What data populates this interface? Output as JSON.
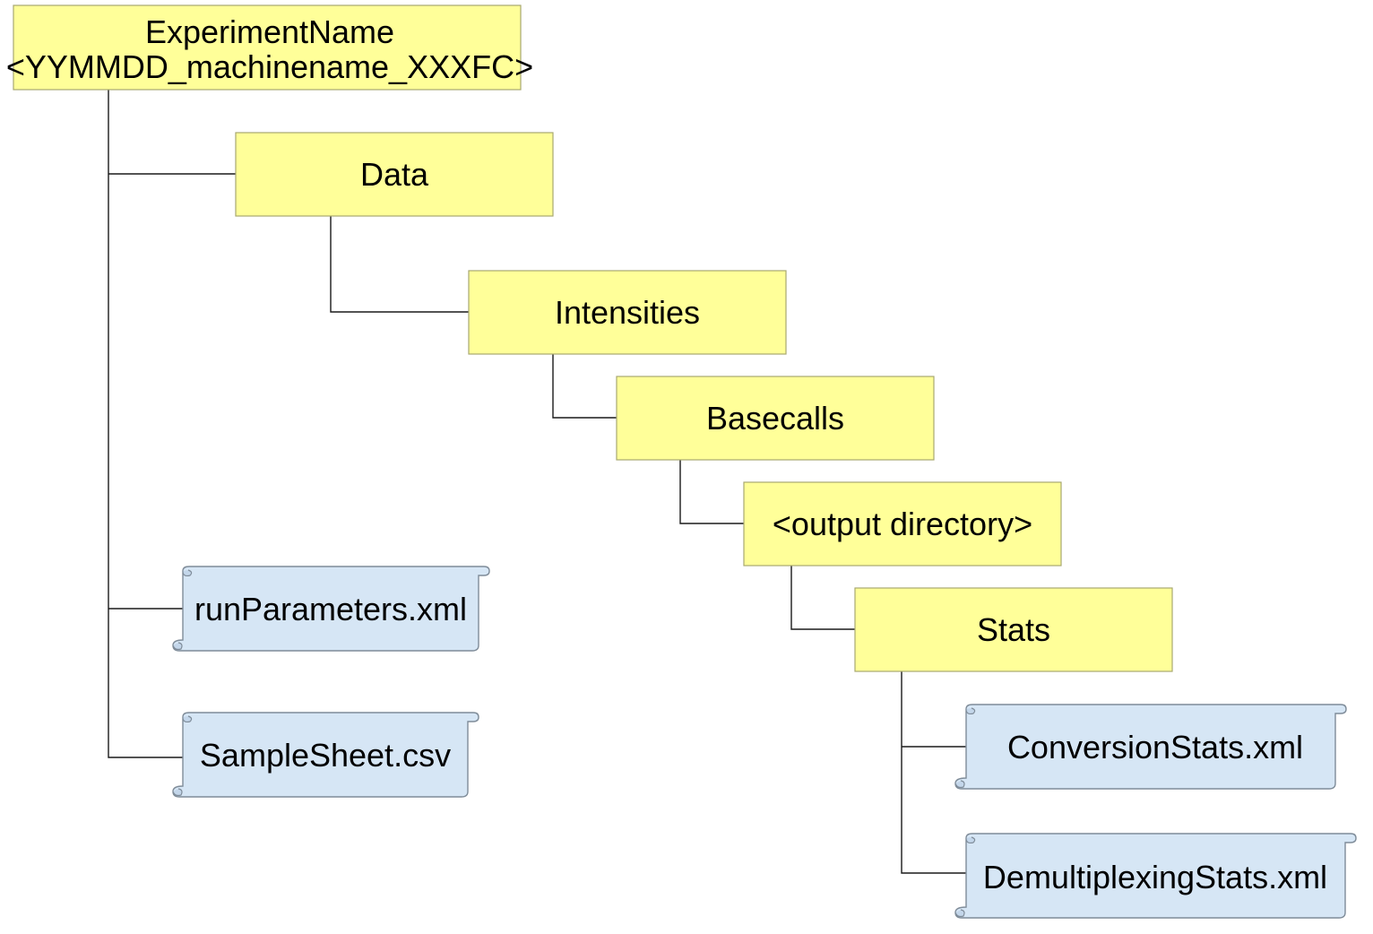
{
  "root": {
    "title": "ExperimentName",
    "subtitle": "<YYMMDD_machinename_XXXFC>"
  },
  "folders": [
    {
      "id": "data",
      "label": "Data"
    },
    {
      "id": "intensities",
      "label": "Intensities"
    },
    {
      "id": "basecalls",
      "label": "Basecalls"
    },
    {
      "id": "output",
      "label": "<output directory>"
    },
    {
      "id": "stats",
      "label": "Stats"
    }
  ],
  "files": [
    {
      "id": "run-parameters",
      "label": "runParameters.xml"
    },
    {
      "id": "sample-sheet",
      "label": "SampleSheet.csv"
    },
    {
      "id": "conversion-stats",
      "label": "ConversionStats.xml"
    },
    {
      "id": "demultiplexing-stats",
      "label": "DemultiplexingStats.xml"
    }
  ],
  "colors": {
    "folder_fill": "#ffff99",
    "file_fill": "#d6e6f5",
    "line": "#1a1a1a"
  }
}
